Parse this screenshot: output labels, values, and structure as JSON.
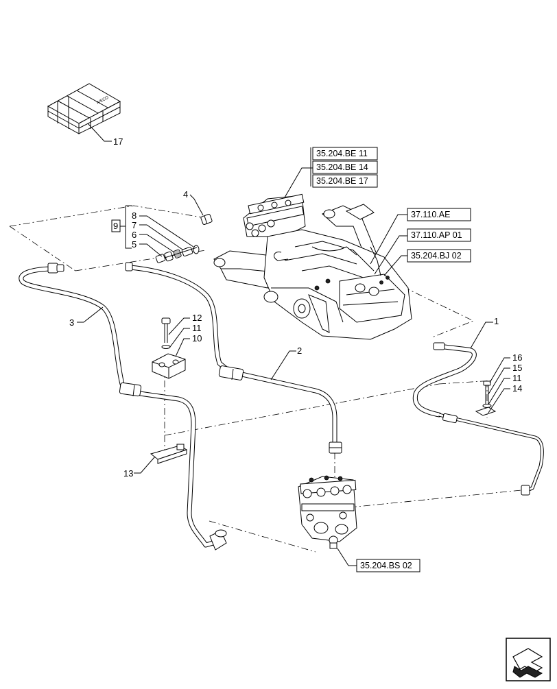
{
  "diagram": {
    "part_callouts": [
      {
        "id": "c1",
        "label": "1"
      },
      {
        "id": "c2",
        "label": "2"
      },
      {
        "id": "c3",
        "label": "3"
      },
      {
        "id": "c4",
        "label": "4"
      },
      {
        "id": "c5",
        "label": "5"
      },
      {
        "id": "c6",
        "label": "6"
      },
      {
        "id": "c7",
        "label": "7"
      },
      {
        "id": "c8",
        "label": "8"
      },
      {
        "id": "c9",
        "label": "9"
      },
      {
        "id": "c10",
        "label": "10"
      },
      {
        "id": "c11a",
        "label": "11"
      },
      {
        "id": "c11b",
        "label": "11"
      },
      {
        "id": "c12",
        "label": "12"
      },
      {
        "id": "c13",
        "label": "13"
      },
      {
        "id": "c14",
        "label": "14"
      },
      {
        "id": "c15",
        "label": "15"
      },
      {
        "id": "c16",
        "label": "16"
      },
      {
        "id": "c17",
        "label": "17"
      }
    ],
    "reference_boxes": [
      {
        "id": "r1",
        "label": "35.204.BE 11"
      },
      {
        "id": "r2",
        "label": "35.204.BE 14"
      },
      {
        "id": "r3",
        "label": "35.204.BE 17"
      },
      {
        "id": "r4",
        "label": "37.110.AE"
      },
      {
        "id": "r5",
        "label": "37.110.AP 01"
      },
      {
        "id": "r6",
        "label": "35.204.BJ 02"
      },
      {
        "id": "r7",
        "label": "35.204.BS 02"
      }
    ],
    "crate_mark": "IVECO",
    "nav_icon": "arrow-navigation-icon"
  }
}
